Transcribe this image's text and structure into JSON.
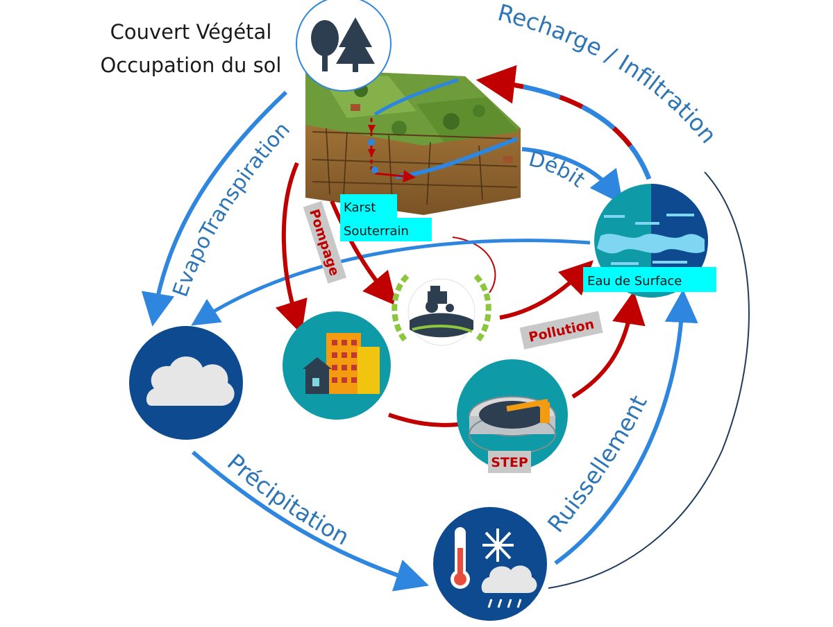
{
  "labels": {
    "couvert_line1": "Couvert Végétal",
    "couvert_line2": "Occupation du sol",
    "recharge": "Recharge / Infiltration",
    "evapo": "EvapoTranspiration",
    "debit": "Débit",
    "pompage": "Pompage",
    "karst_line1": "Karst",
    "karst_line2": "Souterrain",
    "eau_surface": "Eau de Surface",
    "pollution": "Pollution",
    "step": "STEP",
    "precipitation": "Précipitation",
    "ruissellement": "Ruissellement"
  },
  "colors": {
    "blue_flow": "#2e86de",
    "red_flow": "#c00000",
    "dark_blue": "#0d4a8f",
    "teal": "#0e9aa7",
    "highlight": "#00ffff",
    "label_gray": "#c8c8c8"
  },
  "icons": [
    "trees-icon",
    "landscape-block",
    "cloud-icon",
    "buildings-icon",
    "tractor-icon",
    "treatment-plant-icon",
    "water-icon",
    "weather-icon"
  ]
}
